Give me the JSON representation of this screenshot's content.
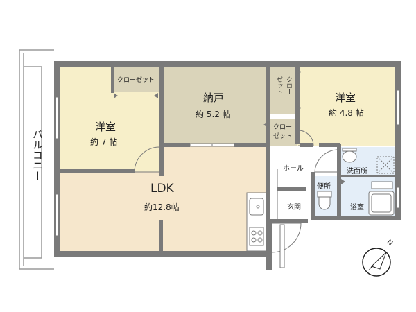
{
  "colors": {
    "wall": "#7a7a7a",
    "room_yellow": "#f7efc9",
    "room_storage": "#dad4ba",
    "room_ldk": "#f6e7cc",
    "room_water": "#e4eef8",
    "floor": "#ffffff",
    "balcony_line": "#9a9a9a"
  },
  "rooms": {
    "west_room": {
      "name": "洋室",
      "area": "約 7 帖"
    },
    "storage": {
      "name": "納戸",
      "area": "約 5.2 帖"
    },
    "east_room": {
      "name": "洋室",
      "area": "約 4.8 帖"
    },
    "ldk": {
      "name": "LDK",
      "area": "約12.8帖"
    }
  },
  "labels": {
    "balcony": "バルコニー",
    "closet_top": "クローゼット",
    "closet_vertical_a": "クロー",
    "closet_vertical_b": "ゼット",
    "closet_small_a": "クロー",
    "closet_small_b": "ゼット",
    "hall": "ホール",
    "washroom": "洗面所",
    "toilet": "便所",
    "bathroom": "浴室",
    "entrance": "玄関",
    "north_mark": "N"
  },
  "icons": {
    "compass": "north-compass-icon",
    "sink": "kitchen-sink-icon",
    "stove": "stove-icon",
    "toilet": "toilet-icon",
    "bathtub": "bathtub-icon",
    "washbasin": "washbasin-icon",
    "washer": "washing-machine-pan-icon"
  }
}
